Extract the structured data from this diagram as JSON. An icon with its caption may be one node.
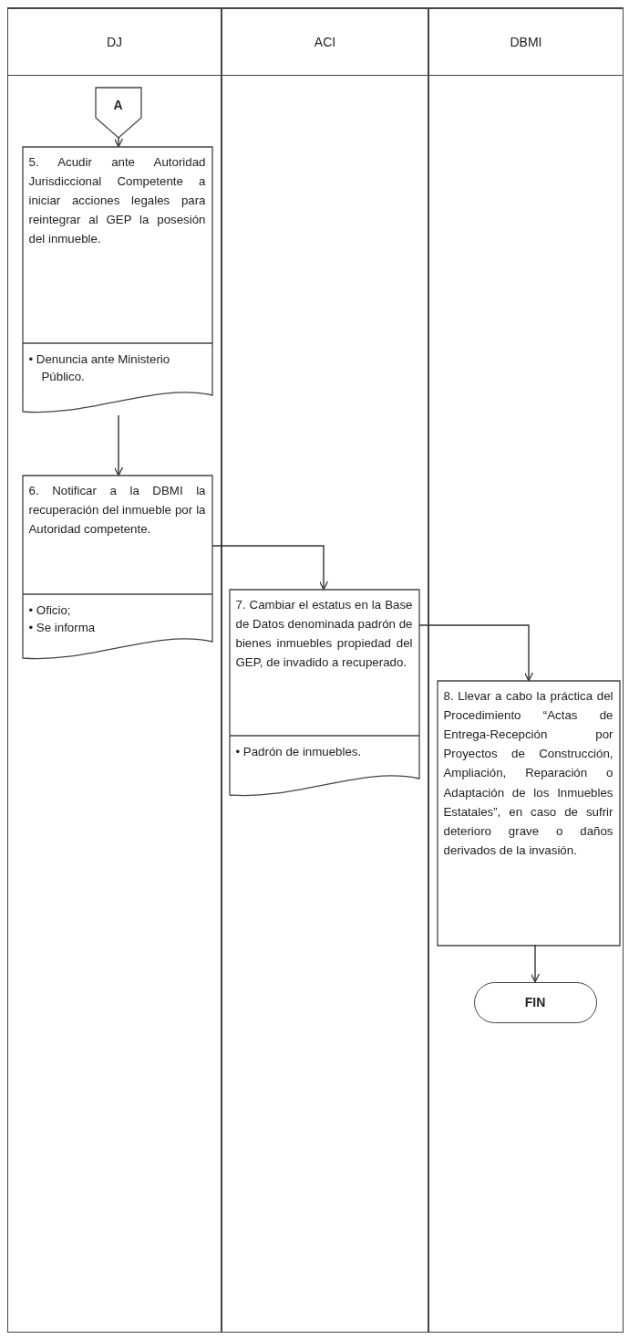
{
  "diagram": {
    "nodes": [
      {
        "text": [
          "DJ"
        ]
      },
      {
        "text": [
          "ACI"
        ]
      },
      {
        "text": [
          "DBMI"
        ]
      },
      {
        "text": [
          "A"
        ],
        "in": 0
      },
      {
        "text": [
          "5. Acudir ante Autoridad Jurisdiccional Competente a iniciar acciones legales para reintegrar al GEP la posesión del inmueble.",
          "• Denuncia ante Ministerio Público."
        ],
        "in": 0
      },
      {
        "text": [
          "6. Notificar a la DBMI la recuperación del inmueble por la Autoridad competente.",
          "• Oficio;",
          "• Se informa"
        ],
        "in": 0
      },
      {
        "text": [
          "7. Cambiar el estatus en la Base de Datos denominada padrón de bienes inmuebles propiedad del GEP, de invadido a recuperado.",
          "• Padrón de inmuebles."
        ],
        "in": 1
      },
      {
        "text": [
          "8. Llevar a cabo la práctica del Procedimiento “Actas de Entrega-Recepción por Proyectos de Construcción, Ampliación, Reparación o Adaptación de los Inmuebles Estatales”, en caso de sufrir deterioro grave o daños derivados de la invasión."
        ],
        "in": 2
      },
      {
        "text": [
          "FIN"
        ],
        "in": 2
      }
    ],
    "edges": [
      {
        "from": 3,
        "to": 4,
        "arrow": "to"
      },
      {
        "from": 4,
        "to": 5,
        "arrow": "to"
      },
      {
        "from": 5,
        "to": 6,
        "arrow": "to"
      },
      {
        "from": 6,
        "to": 7,
        "arrow": "to"
      },
      {
        "from": 7,
        "to": 8,
        "arrow": "to"
      }
    ]
  }
}
